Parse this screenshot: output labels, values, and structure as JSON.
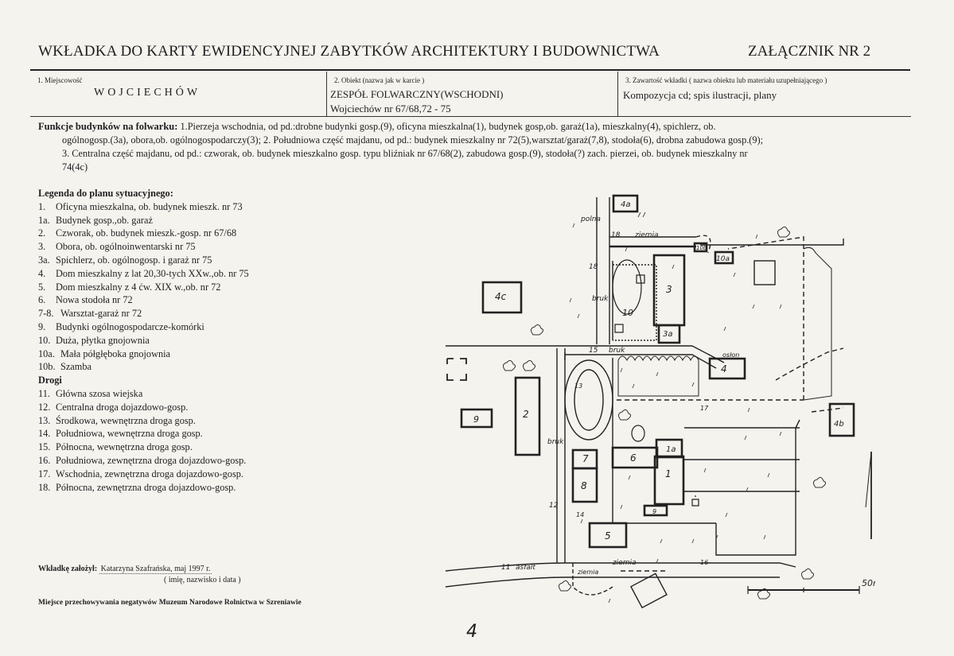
{
  "header": {
    "title": "WKŁADKA DO KARTY EWIDENCYJNEJ ZABYTKÓW ARCHITEKTURY I BUDOWNICTWA",
    "annex": "ZAŁĄCZNIK NR 2"
  },
  "fields": {
    "locality_label": "1. Miejscowość",
    "locality_value": "WOJCIECHÓW",
    "object_label": "2. Obiekt (nazwa jak w karcie )",
    "object_value": "ZESPÓŁ FOLWARCZNY(WSCHODNI)",
    "object_value2": "Wojciechów nr 67/68,72 - 75",
    "contents_label": "3. Zawartość wkładki ( nazwa obiektu lub materiału uzupełniającego )",
    "contents_value": "Kompozycja cd; spis ilustracji, plany"
  },
  "functions": {
    "head": "Funkcje budynków na folwarku:",
    "line1": " 1.Pierzeja wschodnia, od pd.:drobne budynki gosp.(9), oficyna mieszkalna(1), budynek gosp,ob. garaż(1a), mieszkalny(4), spichlerz, ob.",
    "line2": "ogólnogosp.(3a), obora,ob. ogólnogospodarczy(3); 2. Południowa część majdanu, od pd.: budynek mieszkalny nr 72(5),warsztat/garaż(7,8), stodoła(6), drobna zabudowa gosp.(9);",
    "line3": "3. Centralna część majdanu, od pd.: czworak, ob. budynek mieszkalno gosp. typu bliźniak nr 67/68(2), zabudowa gosp.(9), stodoła(?) zach. pierzei, ob. budynek mieszkalny nr",
    "line4": "74(4c)"
  },
  "legend": {
    "title": "Legenda do planu sytuacyjnego:",
    "items": [
      {
        "num": "1.",
        "text": "Oficyna mieszkalna, ob. budynek mieszk. nr 73"
      },
      {
        "num": "1a.",
        "text": "Budynek gosp.,ob. garaż"
      },
      {
        "num": "2.",
        "text": "Czworak, ob. budynek mieszk.-gosp. nr 67/68"
      },
      {
        "num": "3.",
        "text": "Obora, ob. ogólnoinwentarski nr 75"
      },
      {
        "num": "3a.",
        "text": "Spichlerz, ob. ogólnogosp. i garaż nr 75"
      },
      {
        "num": "4.",
        "text": "Dom mieszkalny z lat 20,30-tych XXw.,ob. nr 75"
      },
      {
        "num": "5.",
        "text": "Dom mieszkalny z 4 ćw. XIX w.,ob. nr 72"
      },
      {
        "num": "6.",
        "text": "Nowa stodoła nr 72"
      },
      {
        "num": "7-8.",
        "text": "Warsztat-garaż nr 72"
      },
      {
        "num": "9.",
        "text": "Budynki ogólnogospodarcze-komórki"
      },
      {
        "num": "10.",
        "text": "Duża, płytka gnojownia"
      },
      {
        "num": "10a.",
        "text": "Mała półgłęboka gnojownia"
      },
      {
        "num": "10b.",
        "text": "Szamba"
      }
    ],
    "roads_title": "Drogi",
    "roads": [
      {
        "num": "11.",
        "text": "Główna szosa wiejska"
      },
      {
        "num": "12.",
        "text": "Centralna droga dojazdowo-gosp."
      },
      {
        "num": "13.",
        "text": "Środkowa, wewnętrzna droga gosp."
      },
      {
        "num": "14.",
        "text": "Południowa, wewnętrzna droga gosp."
      },
      {
        "num": "15.",
        "text": "Północna, wewnętrzna droga gosp."
      },
      {
        "num": "16.",
        "text": "Południowa, zewnętrzna droga dojazdowo-gosp."
      },
      {
        "num": "17.",
        "text": "Wschodnia, zewnętrzna droga dojazdowo-gosp."
      },
      {
        "num": "18.",
        "text": "Północna, zewnętrzna droga dojazdowo-gosp."
      }
    ]
  },
  "footer": {
    "author_label": "Wkładkę założył:",
    "author_name": "Katarzyna Szafrańska, maj 1997 r.",
    "author_hint": "( imię, nazwisko i data )",
    "storage": "Miejsce przechowywania negatywów  Muzeum Narodowe Rolnictwa w Szreniawie",
    "page_number": "4"
  },
  "plan": {
    "b1": "1",
    "b1a": "1a",
    "b2": "2",
    "b3": "3",
    "b3a": "3a",
    "b4": "4",
    "b4a": "4a",
    "b4b": "4b",
    "b4c": "4c",
    "b5": "5",
    "b6": "6",
    "b7": "7",
    "b8": "8",
    "b9a": "9",
    "b9b": "9",
    "b10": "10",
    "b10a": "10a",
    "b10b": "10b",
    "r11": "11",
    "r12": "12",
    "r13": "13",
    "r14": "14",
    "r15": "15",
    "r16": "16",
    "r17": "17",
    "r18": "18",
    "asfalt": "asfalt",
    "bruk1": "bruk",
    "bruk2": "bruk",
    "bruk3": "bruk",
    "ziemia1": "ziemia",
    "ziemia2": "ziemia",
    "ziemia3": "ziemia",
    "polna": "polna",
    "oslon": "osłon",
    "scale": "50m"
  }
}
